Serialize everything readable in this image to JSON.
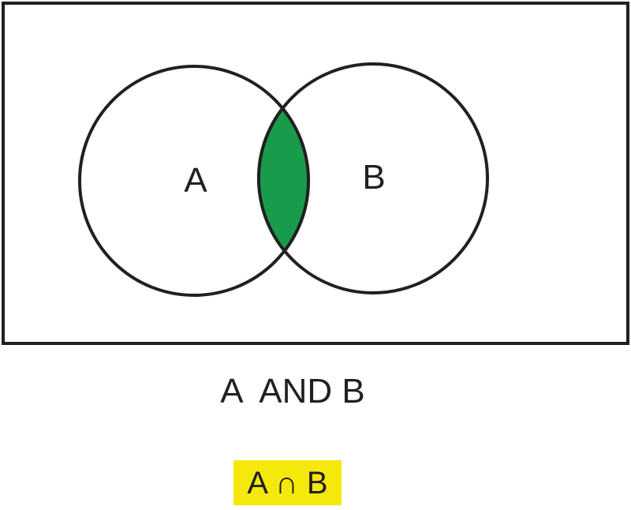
{
  "venn": {
    "outline_color": "#231F20",
    "set_a": {
      "label": "A"
    },
    "set_b": {
      "label": "B"
    },
    "intersection": {
      "fill_color": "#189C4C"
    }
  },
  "caption": {
    "text": "A  AND B"
  },
  "formula": {
    "text": "A ∩ B",
    "highlight_color": "#F4E90B"
  }
}
